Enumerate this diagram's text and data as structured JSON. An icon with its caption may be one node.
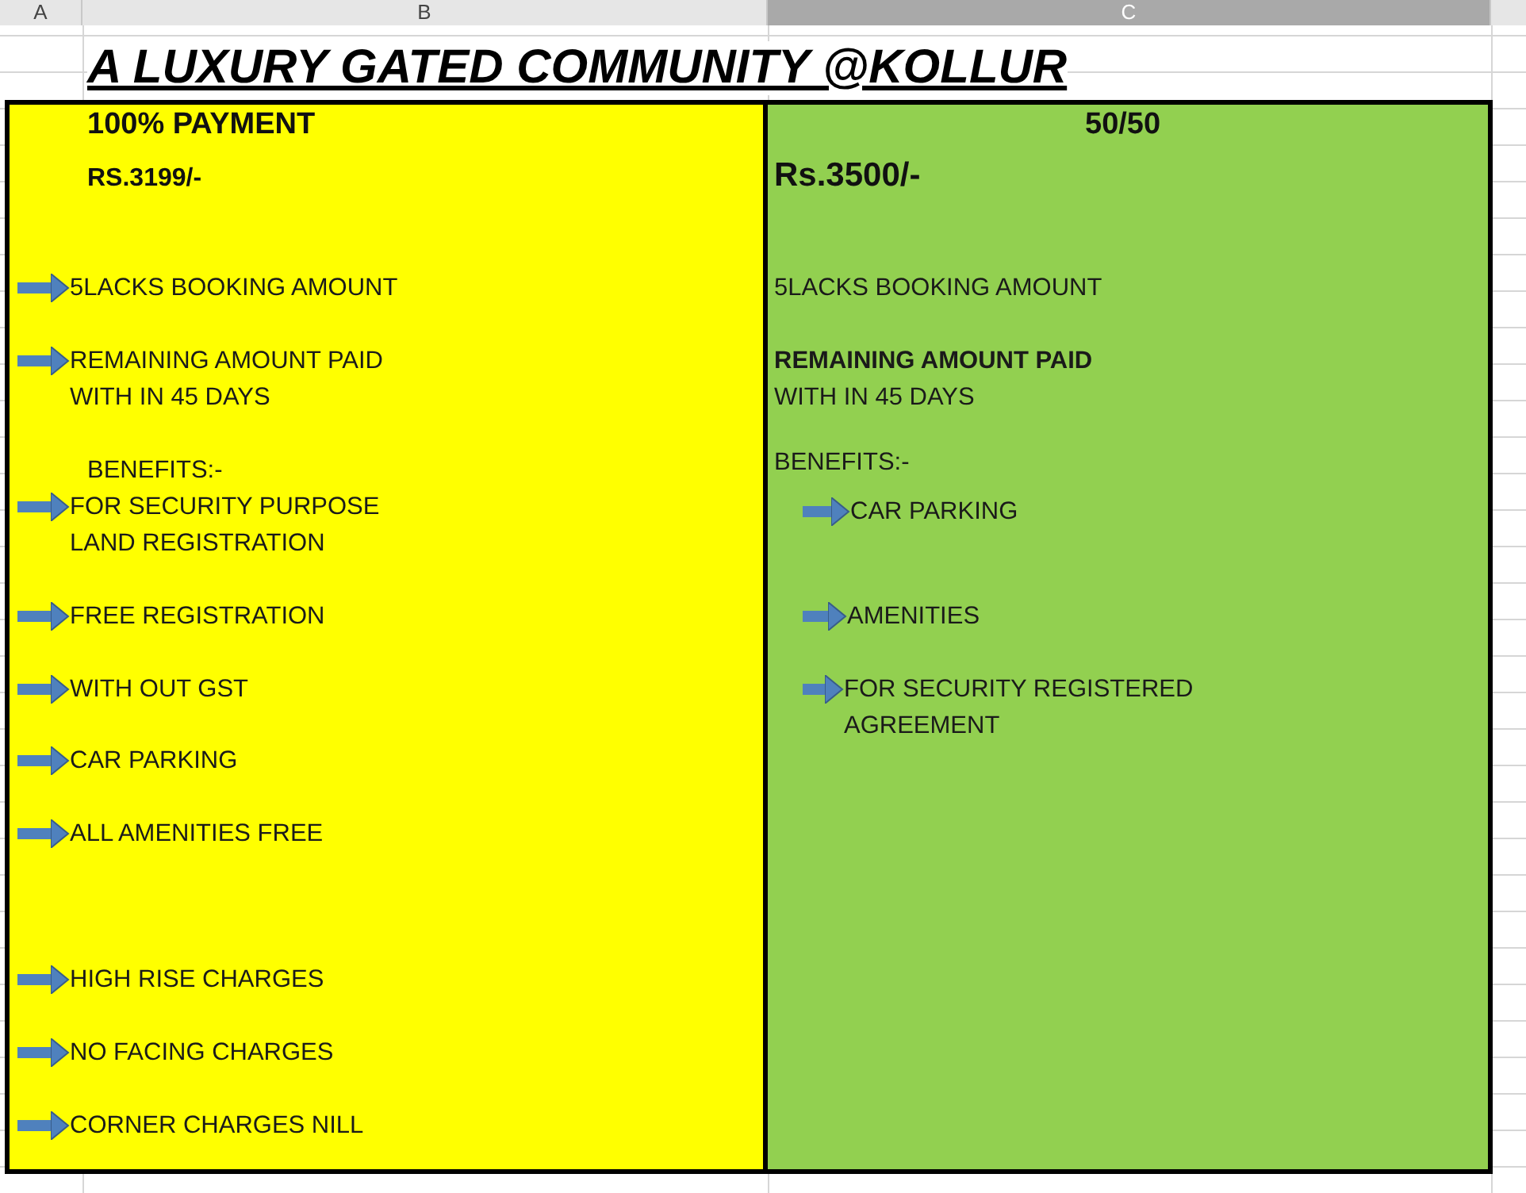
{
  "diagram": {
    "title": "A LUXURY GATED COMMUNITY @KOLLUR",
    "nodes": [
      {
        "text": [
          "100% PAYMENT",
          "RS.3199/-"
        ]
      },
      {
        "text": [
          "5LACKS BOOKING AMOUNT"
        ],
        "in": 0
      },
      {
        "text": [
          "REMAINING AMOUNT PAID WITH IN 45 DAYS"
        ],
        "in": 0
      },
      {
        "text": [
          "BENEFITS:-"
        ],
        "in": 0
      },
      {
        "text": [
          "FOR SECURITY PURPOSE LAND REGISTRATION"
        ],
        "in": 0
      },
      {
        "text": [
          "FREE REGISTRATION"
        ],
        "in": 0
      },
      {
        "text": [
          "WITH OUT GST"
        ],
        "in": 0
      },
      {
        "text": [
          "CAR PARKING"
        ],
        "in": 0
      },
      {
        "text": [
          "ALL AMENITIES FREE"
        ],
        "in": 0
      },
      {
        "text": [
          "HIGH RISE CHARGES"
        ],
        "in": 0
      },
      {
        "text": [
          "NO FACING CHARGES"
        ],
        "in": 0
      },
      {
        "text": [
          "CORNER CHARGES NILL"
        ],
        "in": 0
      },
      {
        "text": [
          "50/50",
          "Rs.3500/-"
        ]
      },
      {
        "text": [
          "5LACKS BOOKING AMOUNT"
        ],
        "in": 12
      },
      {
        "text": [
          "**REMAINING AMOUNT PAID** WITH IN 45 DAYS"
        ],
        "in": 12
      },
      {
        "text": [
          "BENEFITS:-"
        ],
        "in": 12
      },
      {
        "text": [
          "CAR PARKING"
        ],
        "in": 12
      },
      {
        "text": [
          "AMENITIES"
        ],
        "in": 12
      },
      {
        "text": [
          "FOR SECURITY REGISTERED AGREEMENT"
        ],
        "in": 12
      }
    ],
    "edges": [
      {
        "from": null,
        "to": 1,
        "arrow": "to"
      },
      {
        "from": null,
        "to": 2,
        "arrow": "to"
      },
      {
        "from": null,
        "to": 4,
        "arrow": "to"
      },
      {
        "from": null,
        "to": 5,
        "arrow": "to"
      },
      {
        "from": null,
        "to": 6,
        "arrow": "to"
      },
      {
        "from": null,
        "to": 7,
        "arrow": "to"
      },
      {
        "from": null,
        "to": 8,
        "arrow": "to"
      },
      {
        "from": null,
        "to": 9,
        "arrow": "to"
      },
      {
        "from": null,
        "to": 10,
        "arrow": "to"
      },
      {
        "from": null,
        "to": 11,
        "arrow": "to"
      },
      {
        "from": null,
        "to": 16,
        "arrow": "to"
      },
      {
        "from": null,
        "to": 17,
        "arrow": "to"
      },
      {
        "from": null,
        "to": 18,
        "arrow": "to"
      }
    ],
    "labels": [
      "A",
      "B",
      "C"
    ]
  }
}
